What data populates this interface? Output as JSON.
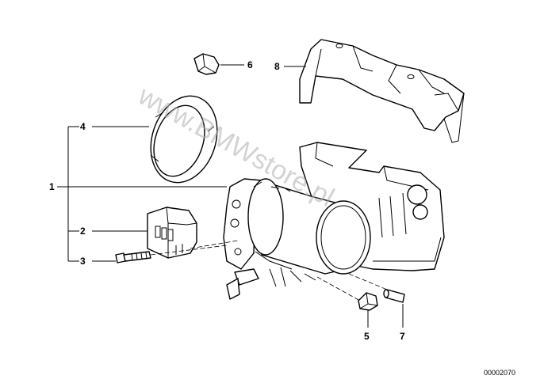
{
  "diagram": {
    "callouts": [
      {
        "id": "1",
        "label": "1"
      },
      {
        "id": "2",
        "label": "2"
      },
      {
        "id": "3",
        "label": "3"
      },
      {
        "id": "4",
        "label": "4"
      },
      {
        "id": "5",
        "label": "5"
      },
      {
        "id": "6",
        "label": "6"
      },
      {
        "id": "7",
        "label": "7"
      },
      {
        "id": "8",
        "label": "8"
      }
    ],
    "watermark": "www.BMWstore.pl",
    "document_number": "00002070"
  }
}
